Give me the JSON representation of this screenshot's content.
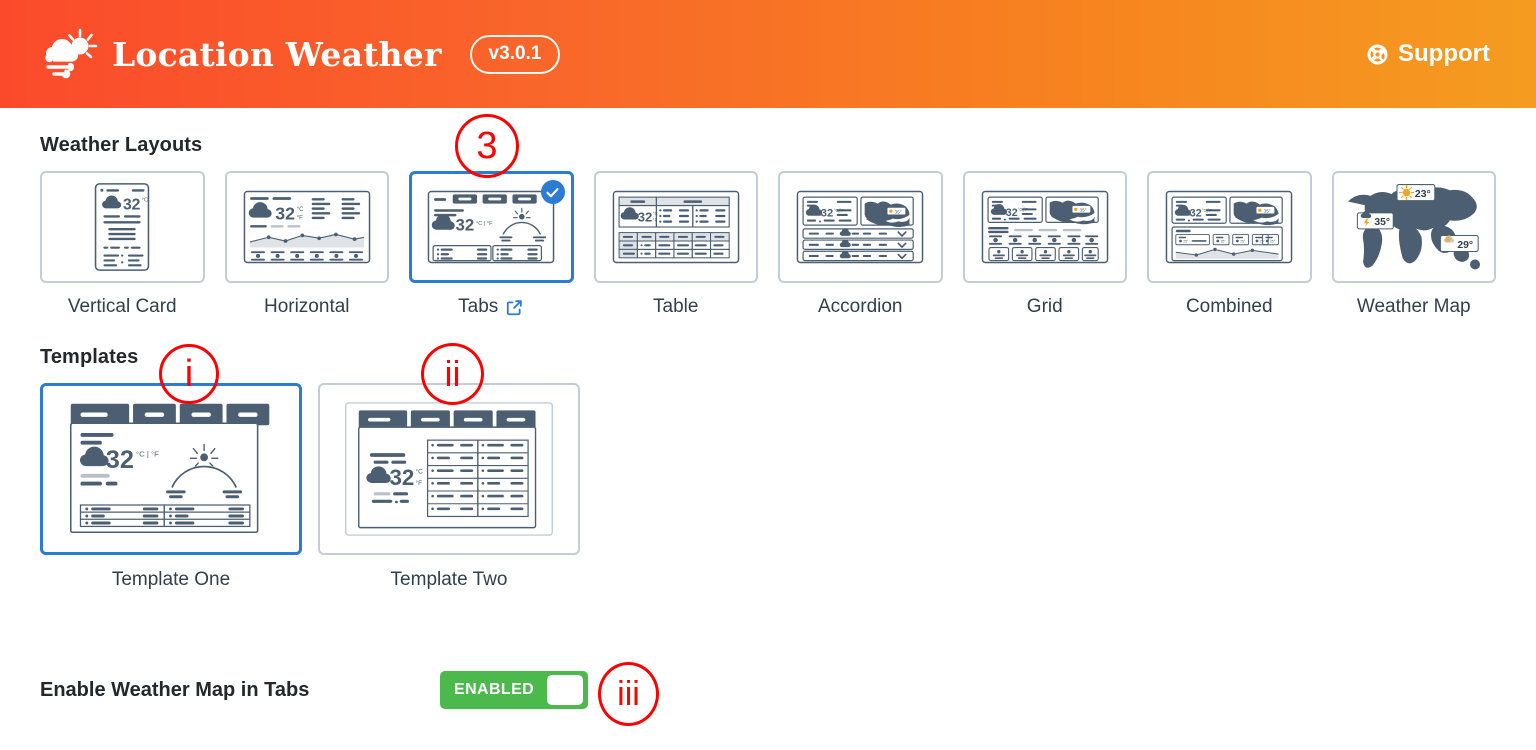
{
  "header": {
    "logo_icon": "cloud-sun-wind-icon",
    "brand_name": "Location Weather",
    "version": "v3.0.1",
    "support_label": "Support",
    "support_icon": "lifebuoy-icon",
    "gradient_start": "#fb4a2b",
    "gradient_end": "#f59c20"
  },
  "layouts": {
    "title": "Weather Layouts",
    "selected_index": 2,
    "items": [
      {
        "label": "Vertical Card",
        "thumb": "vertical-card-thumb",
        "selected": false,
        "has_external_link": false
      },
      {
        "label": "Horizontal",
        "thumb": "horizontal-thumb",
        "selected": false,
        "has_external_link": false
      },
      {
        "label": "Tabs",
        "thumb": "tabs-thumb",
        "selected": true,
        "has_external_link": true
      },
      {
        "label": "Table",
        "thumb": "table-thumb",
        "selected": false,
        "has_external_link": false
      },
      {
        "label": "Accordion",
        "thumb": "accordion-thumb",
        "selected": false,
        "has_external_link": false
      },
      {
        "label": "Grid",
        "thumb": "grid-thumb",
        "selected": false,
        "has_external_link": false
      },
      {
        "label": "Combined",
        "thumb": "combined-thumb",
        "selected": false,
        "has_external_link": false
      },
      {
        "label": "Weather Map",
        "thumb": "weather-map-thumb",
        "selected": false,
        "has_external_link": false
      }
    ],
    "thumb_temperature": "32",
    "thumb_units": "°C | °F",
    "map_temps": [
      "23°",
      "35°",
      "29°"
    ]
  },
  "templates": {
    "title": "Templates",
    "selected_index": 0,
    "items": [
      {
        "label": "Template One",
        "thumb": "template-one-thumb",
        "selected": true
      },
      {
        "label": "Template Two",
        "thumb": "template-two-thumb",
        "selected": false
      }
    ]
  },
  "weather_map_toggle": {
    "label": "Enable Weather Map in Tabs",
    "state_text": "ENABLED",
    "enabled": true,
    "on_color": "#4cb94c"
  },
  "annotations": {
    "color": "#ff0000",
    "markers": [
      {
        "id": "anno-3",
        "text": "3"
      },
      {
        "id": "anno-i",
        "text": "i"
      },
      {
        "id": "anno-ii",
        "text": "ii"
      },
      {
        "id": "anno-iii",
        "text": "iii"
      }
    ]
  }
}
